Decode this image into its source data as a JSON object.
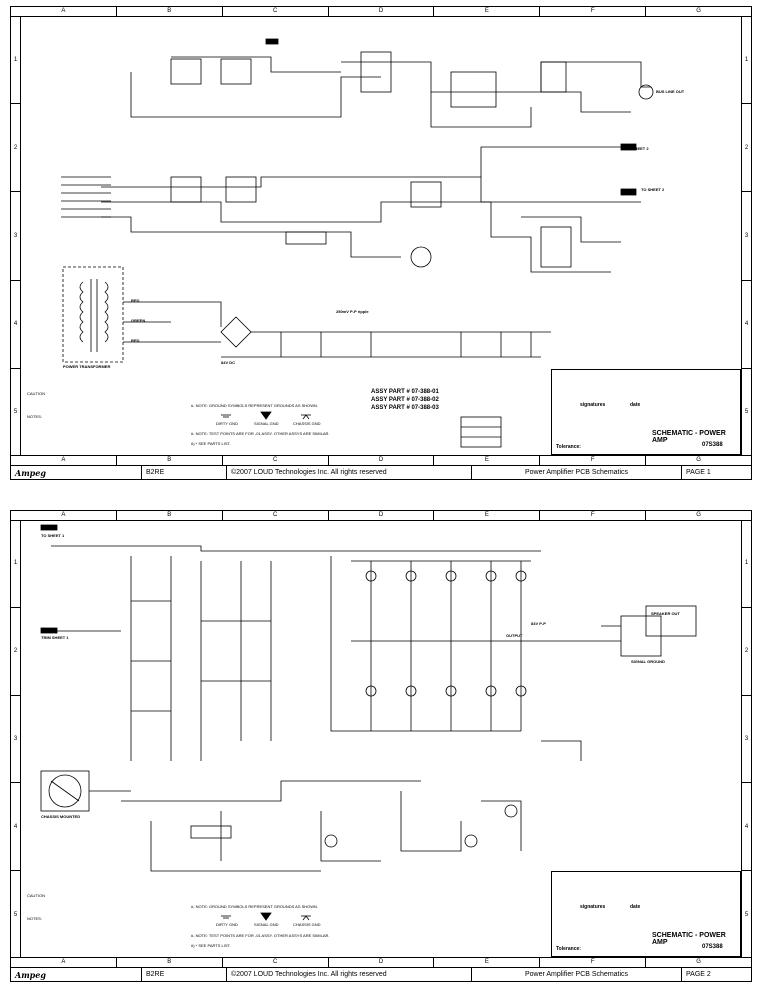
{
  "columns": [
    "A",
    "B",
    "C",
    "D",
    "E",
    "F",
    "G"
  ],
  "rows": [
    "1",
    "2",
    "3",
    "4",
    "5"
  ],
  "sheet1": {
    "assy_parts": [
      "ASSY PART # 07-388-01",
      "ASSY PART # 07-388-02",
      "ASSY PART # 07-388-03"
    ],
    "labels": {
      "trim_sheet2_a": "TRIM SHEET 2",
      "to_sheet2": "TO SHEET 2",
      "bus_line_out": "BUS LINE OUT",
      "power_transformer": "POWER TRANSFORMER",
      "ripple_note": "250mV P-P ripple",
      "v_84dc": "84V DC",
      "red": "RED",
      "green": "GREEN",
      "red2": "RED",
      "ground_note": "#- NOTE: GROUND SYMBOLS REPRESENT GROUNDS AS SHOWN.",
      "test_points": "#- NOTE: TEST POINTS ARE FOR -01 ASSY. OTHER ASSYS ARE SIMILAR.",
      "parts_list": "#) * SEE PARTS LIST.",
      "dirty_gnd": "DIRTY GND",
      "signal_gnd": "SIGNAL GND",
      "chassis_gnd": "CHASSIS GND",
      "caution": "CAUTION",
      "notes": "NOTES:"
    },
    "title_block": {
      "title": "SCHEMATIC - POWER AMP",
      "drawing_no": "07S388",
      "signatures": "signatures",
      "date": "date",
      "tolerance": "Tolerance:"
    }
  },
  "sheet2": {
    "labels": {
      "trim_sheet1": "TRIM SHEET 1",
      "to_sheet1": "TO SHEET 1",
      "chassis_mounted": "CHASSIS MOUNTED",
      "output": "OUTPUT",
      "signal_ground": "SIGNAL GROUND",
      "speaker_out": "SPEAKER OUT",
      "v_84pp": "84V P-P",
      "ground_note": "#- NOTE: GROUND SYMBOLS REPRESENT GROUNDS AS SHOWN.",
      "test_points": "#- NOTE: TEST POINTS ARE FOR -01 ASSY. OTHER ASSYS ARE SIMILAR.",
      "parts_list": "#) * SEE PARTS LIST.",
      "dirty_gnd": "DIRTY GND",
      "signal_gnd": "SIGNAL GND",
      "chassis_gnd": "CHASSIS GND",
      "caution": "CAUTION",
      "notes": "NOTES:"
    },
    "title_block": {
      "title": "SCHEMATIC - POWER AMP",
      "drawing_no": "07S388",
      "signatures": "signatures",
      "date": "date",
      "tolerance": "Tolerance:"
    }
  },
  "footer1": {
    "brand": "Ampeg",
    "model": "B2RE",
    "copyright": "©2007 LOUD Technologies Inc. All rights reserved",
    "doc": "Power Amplifier PCB Schematics",
    "page": "PAGE 1"
  },
  "footer2": {
    "brand": "Ampeg",
    "model": "B2RE",
    "copyright": "©2007 LOUD Technologies Inc. All rights reserved",
    "doc": "Power Amplifier PCB Schematics",
    "page": "PAGE 2"
  }
}
